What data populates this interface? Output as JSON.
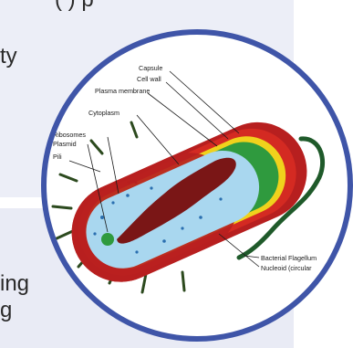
{
  "page": {
    "text_fragments": {
      "top": "(    ) p",
      "right_top": "ty",
      "right_bottom_1": "ing",
      "right_bottom_2": "g"
    }
  },
  "diagram": {
    "labels": {
      "capsule": "Capsule",
      "cell_wall": "Cell wall",
      "plasma_membrane": "Plasma membrane",
      "cytoplasm": "Cytoplasm",
      "ribosomes": "Ribosomes",
      "plasmid": "Plasmid",
      "pili": "Pili",
      "flagellum": "Bacterial Flagellum",
      "nucleoid": "Nucleoid (circular"
    },
    "colors": {
      "frame": "#3f55a8",
      "capsule": "#b71f1f",
      "cell_wall": "#f0d21c",
      "membrane": "#2f9a3e",
      "cytoplasm": "#a9d7ef",
      "nucleoid": "#7a1616",
      "flagellum": "#1f5a2a"
    }
  }
}
